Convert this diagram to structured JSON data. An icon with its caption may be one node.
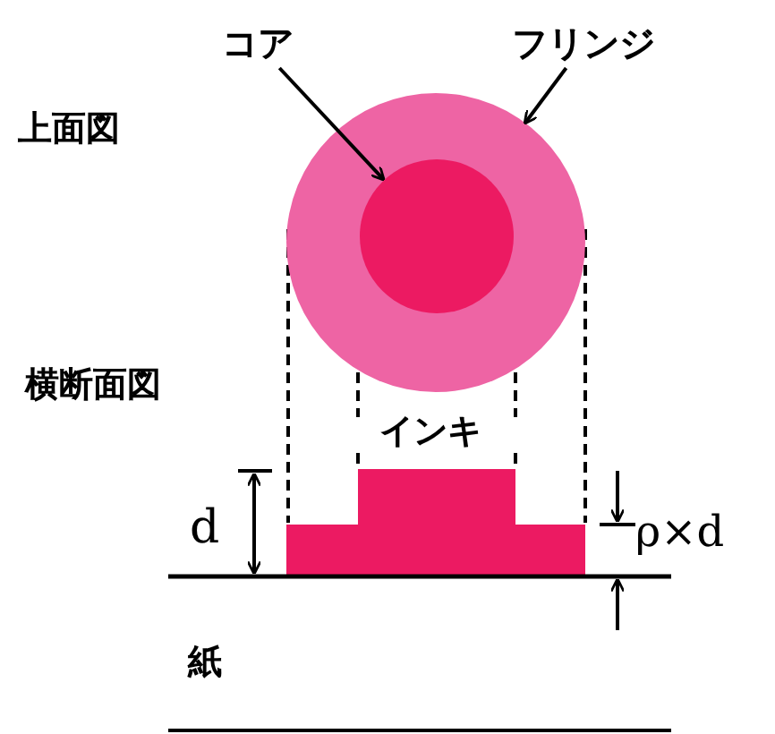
{
  "diagram": {
    "nodes": [
      {
        "text": [
          "コア"
        ]
      },
      {
        "text": [
          "フリンジ"
        ]
      },
      {
        "text": [],
        "shape": "circle"
      },
      {
        "text": [],
        "shape": "circle",
        "in": 2
      }
    ],
    "edges": [
      {
        "from": 0,
        "to": 3,
        "arrow": "to"
      },
      {
        "from": 1,
        "to": 2,
        "arrow": "to"
      }
    ],
    "labels": [
      "上面図",
      "横断面図",
      "インキ",
      "d",
      "ρ×d",
      "紙"
    ]
  }
}
